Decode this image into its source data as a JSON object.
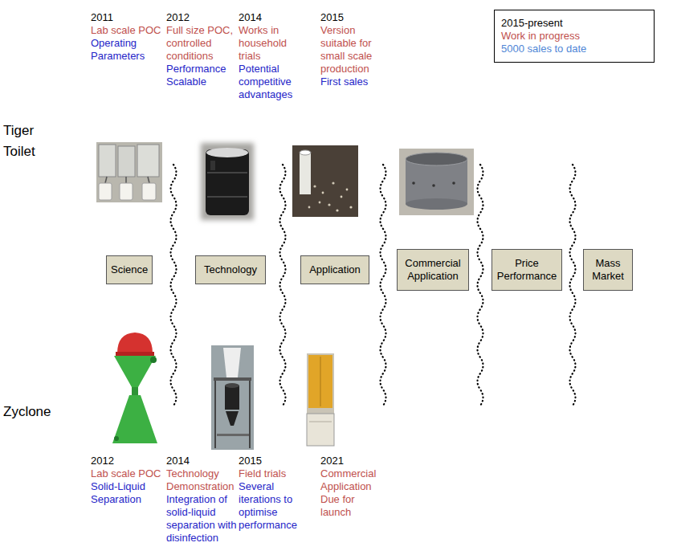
{
  "diagram": {
    "nodes": [
      {
        "text": [
          "2015-present",
          "Work in progress",
          "5000 sales to date"
        ]
      },
      {
        "text": [
          "Science"
        ]
      },
      {
        "text": [
          "Technology"
        ]
      },
      {
        "text": [
          "Application"
        ]
      },
      {
        "text": [
          "Commercial Application"
        ]
      },
      {
        "text": [
          "Price Performance"
        ]
      },
      {
        "text": [
          "Mass Market"
        ]
      }
    ],
    "labels": [
      "2011",
      "Lab scale POC",
      "Operating Parameters",
      "2012",
      "Full size POC, controlled conditions",
      "Performance Scalable",
      "2014",
      "Works in household trials",
      "Potential competitive advantages",
      "2015",
      "Version suitable for small scale production",
      "First sales",
      "Tiger Toilet",
      "Zyclone",
      "2012",
      "Lab scale POC",
      "Solid-Liquid Separation",
      "2014",
      "Technology Demonstration",
      "Integration of solid-liquid separation with disinfection",
      "2015",
      "Field trials",
      "Several iterations to optimise performance",
      "2021",
      "Commercial Application Due for launch"
    ]
  }
}
